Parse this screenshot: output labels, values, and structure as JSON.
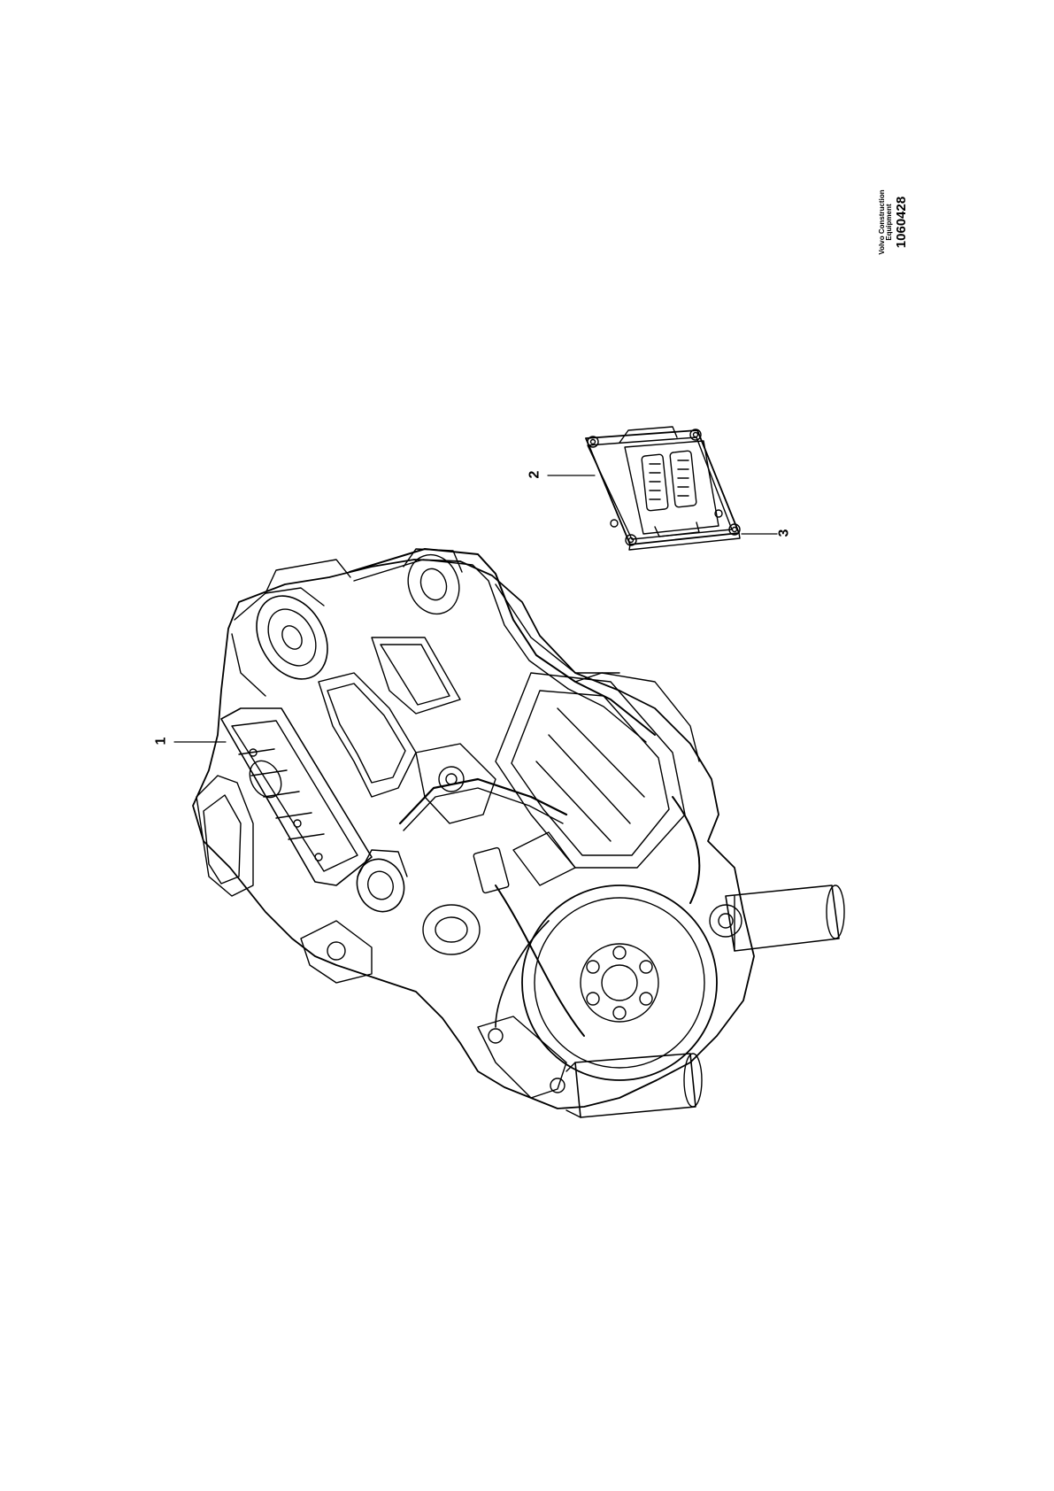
{
  "doc": {
    "brand_line1": "Volvo Construction",
    "brand_line2": "Equipment",
    "number": "1060428"
  },
  "callouts": [
    {
      "id": "1",
      "label": "1"
    },
    {
      "id": "2",
      "label": "2"
    },
    {
      "id": "3",
      "label": "3"
    }
  ]
}
